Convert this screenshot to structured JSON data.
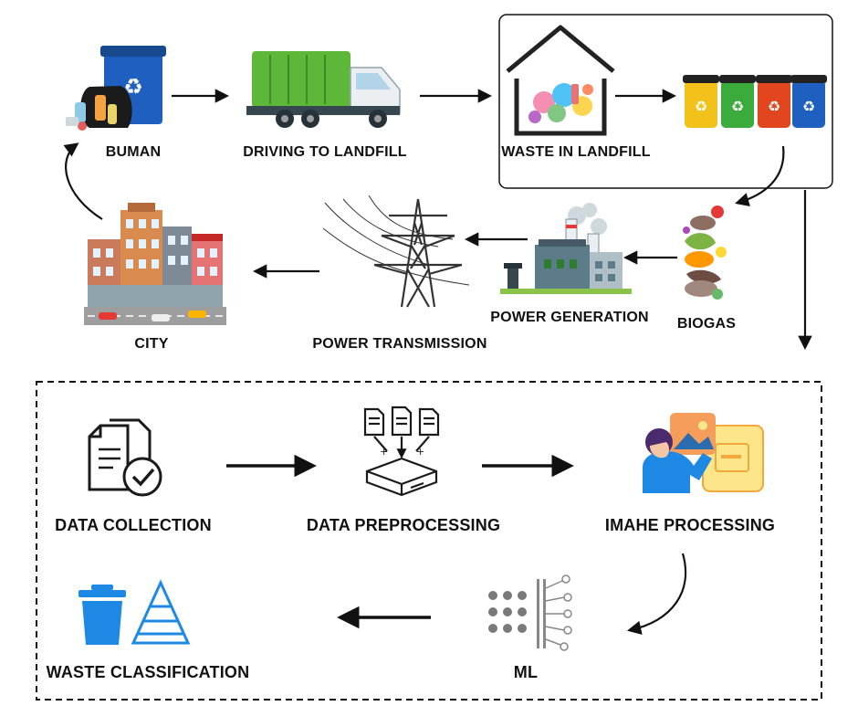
{
  "top_flow": {
    "human": "BUMAN",
    "driving": "DRIVING TO LANDFILL",
    "landfill": "WASTE IN LANDFILL",
    "biogas": "BIOGAS",
    "power_generation": "POWER GENERATION",
    "power_transmission": "POWER TRANSMISSION",
    "city": "CITY"
  },
  "ml_pipeline": {
    "data_collection": "DATA COLLECTION",
    "data_preprocessing": "DATA PREPROCESSING",
    "image_processing": "IMAHE PROCESSING",
    "ml": "ML",
    "waste_classification": "WASTE CLASSIFICATION"
  },
  "colors": {
    "bin_blue": "#1e5fbf",
    "truck_green": "#5db83a",
    "bin_yellow": "#f2c21b",
    "bin_green": "#3bab3b",
    "bin_red": "#e2461e",
    "classification_blue": "#1e88e5",
    "person_purple": "#4b2a6e",
    "tile_orange": "#f2a83b"
  }
}
